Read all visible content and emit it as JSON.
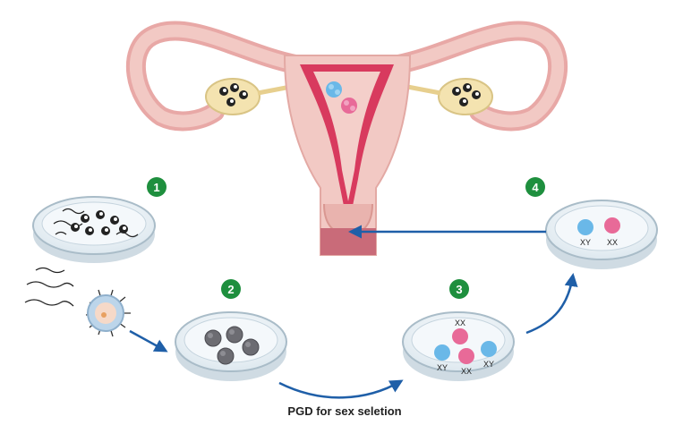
{
  "caption": "PGD for sex seletion",
  "steps": [
    {
      "number": "1"
    },
    {
      "number": "2"
    },
    {
      "number": "3",
      "labels": [
        "XX",
        "XY",
        "XX",
        "XY"
      ]
    },
    {
      "number": "4",
      "labels": [
        "XY",
        "XX"
      ]
    }
  ],
  "colors": {
    "step_badge": "#1e8f3e",
    "arrow": "#1f5fa8",
    "uterus_outer": "#f2c9c4",
    "uterus_inner": "#d83a5e",
    "embryo_blue": "#6ab8e8",
    "embryo_pink": "#e86a98"
  }
}
